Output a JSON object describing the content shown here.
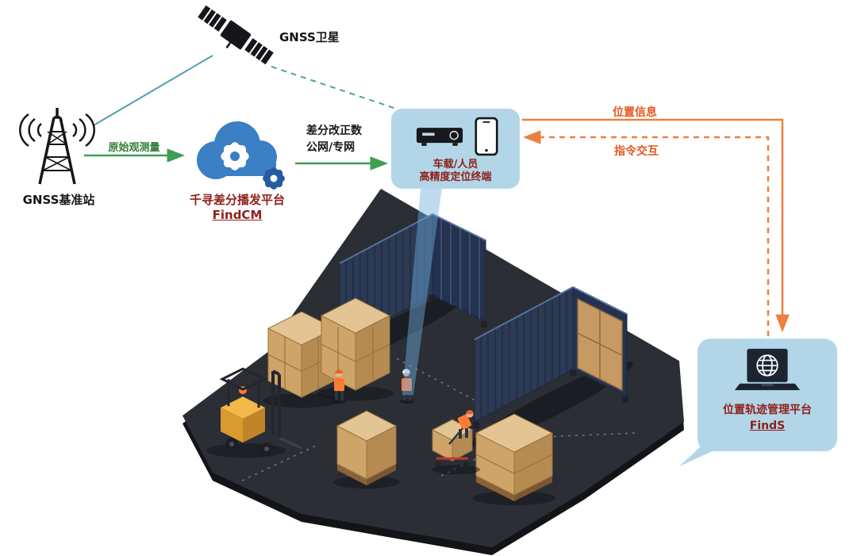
{
  "nodes": {
    "satellite": {
      "label": "GNSS卫星"
    },
    "base_station": {
      "label": "GNSS基准站"
    },
    "cloud_platform": {
      "name": "千寻差分播发平台",
      "product": "FindCM"
    },
    "terminal": {
      "line1": "车载/人员",
      "line2": "高精度定位终端"
    },
    "management_platform": {
      "name": "位置轨迹管理平台",
      "product": "FindS"
    }
  },
  "links": {
    "raw_observation": "原始观测量",
    "correction_line1": "差分改正数",
    "correction_line2": "公网/专网",
    "position_info": "位置信息",
    "command_interaction": "指令交互"
  },
  "colors": {
    "panel_blue": "#b2d6e8",
    "cloud_blue": "#3b7fc4",
    "gear_blue": "#245c9e",
    "link_green": "#3f9e50",
    "link_teal": "#4f9fae",
    "link_orange": "#ee7f3e",
    "label_red": "#8e211a",
    "label_orange": "#e4571f",
    "label_green": "#2f7d32",
    "container_navy": "#2c3a54",
    "ground_dark": "#2b2e35"
  }
}
